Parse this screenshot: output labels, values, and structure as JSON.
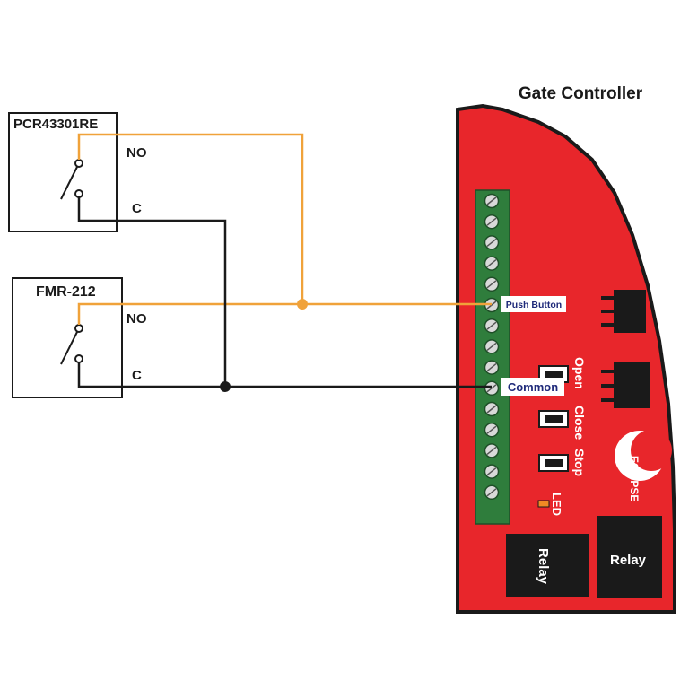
{
  "title": "Gate Controller",
  "devices": [
    {
      "model": "PCR43301RE",
      "terminals": {
        "no": "NO",
        "c": "C"
      }
    },
    {
      "model": "FMR-212",
      "terminals": {
        "no": "NO",
        "c": "C"
      }
    }
  ],
  "controller": {
    "terminal_labels": {
      "push_button": "Push Button",
      "common": "Common"
    },
    "buttons": [
      "Open",
      "Close",
      "Stop"
    ],
    "led_label": "LED",
    "brand": "ECLIPSE",
    "relays": [
      "Relay",
      "Relay"
    ]
  },
  "colors": {
    "board_red": "#e8262b",
    "terminal_green": "#2f7d3c",
    "wire_orange": "#f0a23a",
    "wire_black": "#1a1a1a",
    "led_orange": "#f08a24"
  }
}
